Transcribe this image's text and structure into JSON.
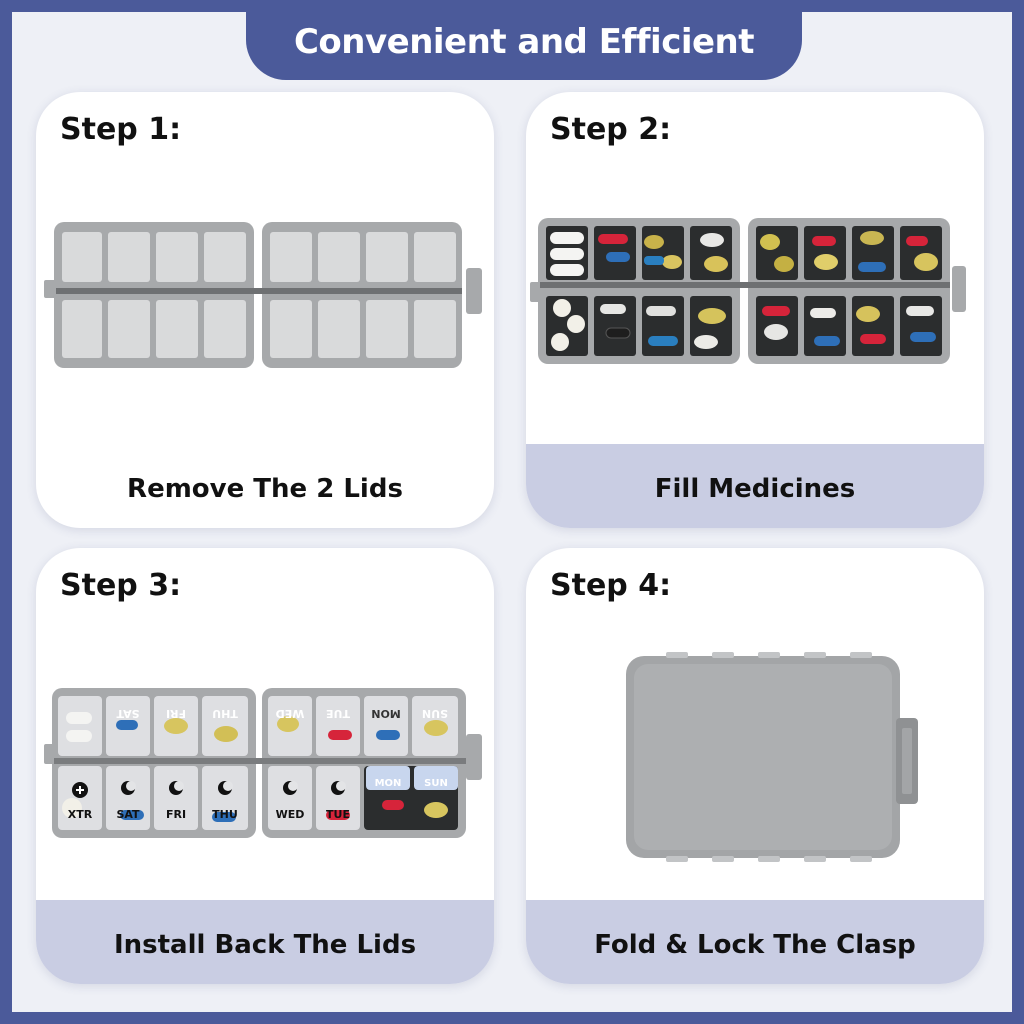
{
  "header": {
    "title": "Convenient and Efficient"
  },
  "steps": [
    {
      "label": "Step 1:",
      "caption": "Remove The 2 Lids"
    },
    {
      "label": "Step 2:",
      "caption": "Fill Medicines"
    },
    {
      "label": "Step 3:",
      "caption": "Install Back The Lids"
    },
    {
      "label": "Step 4:",
      "caption": "Fold & Lock The Clasp"
    }
  ],
  "lid_labels": {
    "top_row": [
      "SAT",
      "FRI",
      "THU",
      "WED",
      "TUE",
      "MON",
      "SUN"
    ],
    "bottom_row": [
      "XTR",
      "SAT",
      "FRI",
      "THU",
      "WED",
      "TUE",
      "MON",
      "SUN"
    ]
  },
  "colors": {
    "brand": "#4b5a9a",
    "caption_band": "#c9cde3",
    "case_gray": "#a7a9ab",
    "lid_blue": "#c8d6ee"
  }
}
